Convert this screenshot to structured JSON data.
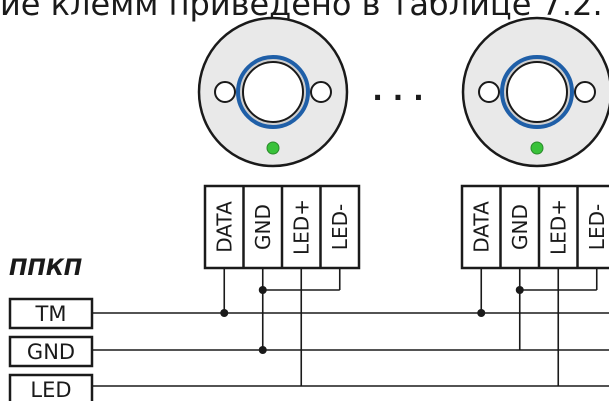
{
  "caption": "ие клемм приведено в таблице 7.2.",
  "panel_title": "ППКП",
  "panel_terminals": [
    "TM",
    "GND",
    "LED"
  ],
  "reader_terminals": [
    "DATA",
    "GND",
    "LED+",
    "LED-"
  ],
  "reader_count_shown": 2,
  "ellipsis": ". . .",
  "colors": {
    "ring": "#1f5fa8",
    "led": "#39c23a",
    "face": "#e9e9e9"
  }
}
